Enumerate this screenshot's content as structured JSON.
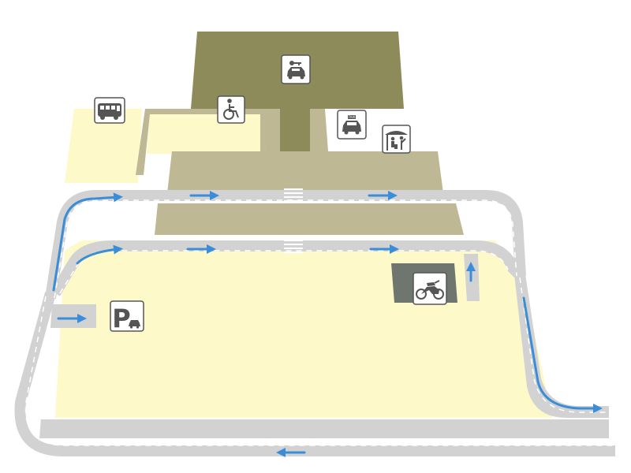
{
  "colors": {
    "background": "#ffffff",
    "parking_area": "#fdf9c8",
    "building_dark": "#8e8b5a",
    "building_light": "#beb894",
    "road": "#d2d2d2",
    "lane_marking": "#ffffff",
    "direction_arrow": "#3a8dd6",
    "motorcycle_bay": "#6f7670",
    "sign_border": "#555555"
  },
  "signs": {
    "car_rental": {
      "icon": "car-rental-icon"
    },
    "accessible": {
      "icon": "wheelchair-icon"
    },
    "bus": {
      "icon": "bus-icon"
    },
    "taxi": {
      "icon": "taxi-icon",
      "roof_text": "TAXI"
    },
    "pickup": {
      "icon": "passenger-pickup-icon"
    },
    "parking": {
      "icon": "parking-icon",
      "letter": "P"
    },
    "motorcycle": {
      "icon": "motorcycle-icon"
    }
  },
  "traffic": {
    "arrows": [
      {
        "id": "upper-road-1",
        "direction": "east"
      },
      {
        "id": "upper-road-2",
        "direction": "east"
      },
      {
        "id": "upper-road-3",
        "direction": "east"
      },
      {
        "id": "lower-road-1",
        "direction": "east"
      },
      {
        "id": "lower-road-2",
        "direction": "east"
      },
      {
        "id": "lower-road-3",
        "direction": "east"
      },
      {
        "id": "parking-entry",
        "direction": "east"
      },
      {
        "id": "moto-bay",
        "direction": "north"
      },
      {
        "id": "exit-road",
        "direction": "east"
      },
      {
        "id": "bottom-road",
        "direction": "west"
      }
    ]
  }
}
